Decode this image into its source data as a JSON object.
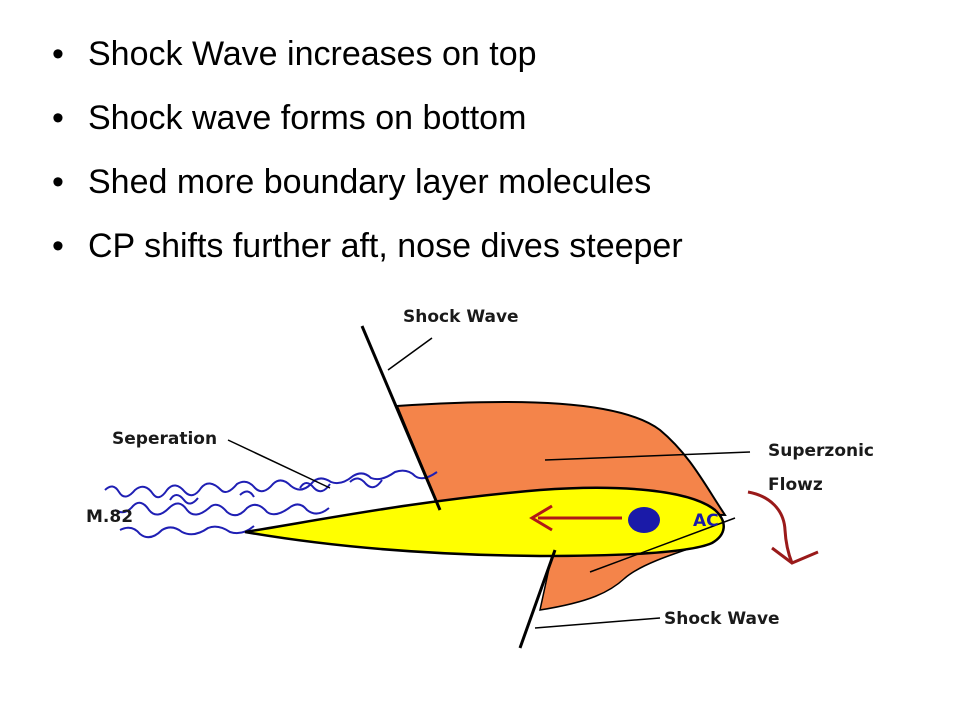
{
  "slide": {
    "bullets": [
      "Shock Wave increases on top",
      "Shock wave forms on bottom",
      "Shed more boundary layer molecules",
      "CP shifts further aft, nose dives steeper"
    ],
    "bullet_glyph": "•"
  },
  "diagram": {
    "labels": {
      "shock_wave_top": "Shock Wave",
      "separation": "Seperation",
      "mach": "M.82",
      "supersonic_line1": "Superzonic",
      "supersonic_line2": "Flowz",
      "ac": "AC",
      "shock_wave_bottom": "Shock Wave"
    },
    "colors": {
      "airfoil": "#ffff00",
      "supersonic_region": "#f4844a",
      "separation_turbulence": "#1f1fb4",
      "cp_marker": "#1a1aa8",
      "cp_arrow": "#b01818",
      "pitch_arrow": "#9a1a1a"
    }
  }
}
